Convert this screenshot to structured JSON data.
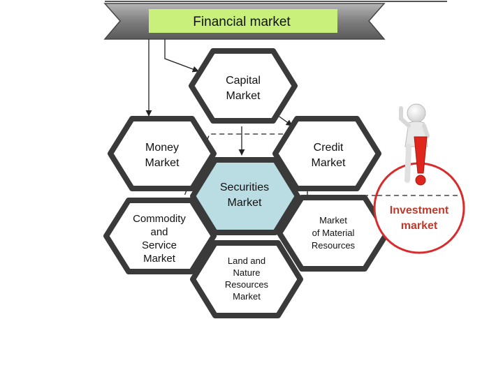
{
  "banner": {
    "title": "Financial market"
  },
  "hexagons": {
    "capital": [
      "Capital",
      "Market"
    ],
    "money": [
      "Money",
      "Market"
    ],
    "credit": [
      "Credit",
      "Market"
    ],
    "securities": [
      "Securities",
      "Market"
    ],
    "commodity": [
      "Commodity",
      "and",
      "Service",
      "Market"
    ],
    "material": [
      "Market",
      "of Material",
      "Resources"
    ],
    "land": [
      "Land and",
      "Nature",
      "Resources",
      "Market"
    ]
  },
  "investment": {
    "label": [
      "Investment",
      "market"
    ]
  },
  "colors": {
    "banner_fill": "#c8f07a",
    "banner_ribbon": "#8a8a8a",
    "hex_border": "#3a3a3a",
    "hex_fill": "#ffffff",
    "securities_fill": "#b9dde3",
    "investment_ring": "#d92b2b",
    "exclamation": "#e0261c"
  }
}
